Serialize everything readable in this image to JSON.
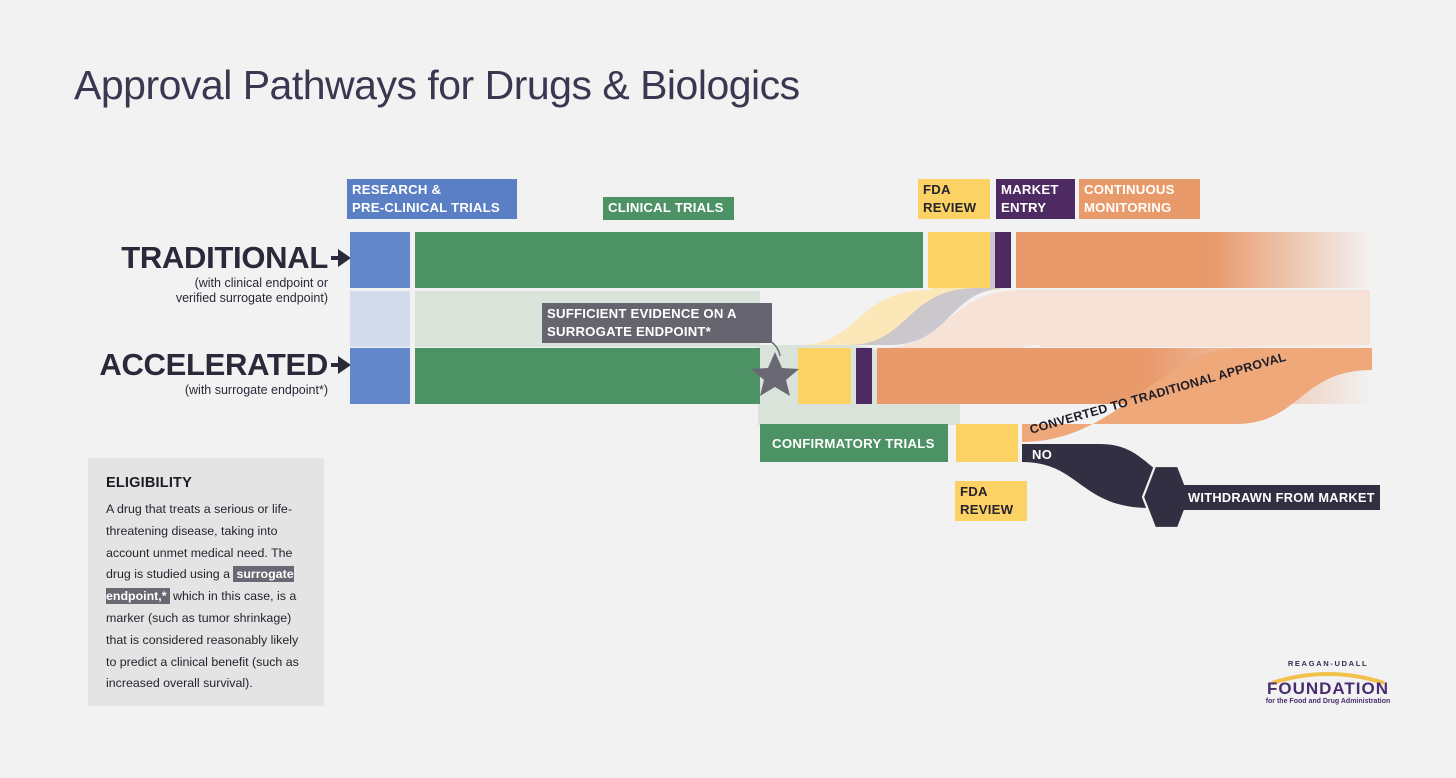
{
  "page": {
    "title": "Approval Pathways for Drugs & Biologics",
    "background": "#f2f2f2"
  },
  "colors": {
    "blue": "#6287ca",
    "green": "#4d9265",
    "yellow": "#fbd263",
    "purple": "#4e2a63",
    "orange": "#e99a6b",
    "dark": "#332f42",
    "gray_callout": "#66646e",
    "panel": "#e4e4e4"
  },
  "stage_chips": [
    {
      "id": "research",
      "label": "RESEARCH &\nPRE-CLINICAL TRIALS",
      "color": "blue"
    },
    {
      "id": "clinical",
      "label": "CLINICAL TRIALS",
      "color": "green"
    },
    {
      "id": "fda-review",
      "label": "FDA\nREVIEW",
      "color": "yellow"
    },
    {
      "id": "market",
      "label": "MARKET\nENTRY",
      "color": "purple"
    },
    {
      "id": "monitoring",
      "label": "CONTINUOUS\nMONITORING",
      "color": "orange"
    }
  ],
  "pathways": [
    {
      "id": "traditional",
      "name": "TRADITIONAL",
      "arrow": "→",
      "qualifier": "(with clinical endpoint or\nverified surrogate endpoint)"
    },
    {
      "id": "accelerated",
      "name": "ACCELERATED",
      "arrow": "→",
      "qualifier": "(with surrogate endpoint*)"
    }
  ],
  "callouts": {
    "surrogate_evidence": "SUFFICIENT EVIDENCE ON A\nSURROGATE ENDPOINT*",
    "star_marker": "star-marker"
  },
  "accelerated_branch": {
    "confirmatory_trials": "CONFIRMATORY TRIALS",
    "fda_review": "FDA\nREVIEW",
    "converted": "CONVERTED TO TRADITIONAL APPROVAL",
    "no": "NO",
    "withdrawn": "WITHDRAWN FROM MARKET"
  },
  "eligibility": {
    "heading": "ELIGIBILITY",
    "text_part1": "A drug that treats a serious or life-threatening disease, taking into account unmet medical need. The drug is studied using a ",
    "highlight": "surrogate endpoint,*",
    "text_part2": " which in this case, is a marker (such as tumor shrinkage) that is considered reasonably likely to predict a clinical benefit (such as increased overall survival)."
  },
  "logo": {
    "line1": "REAGAN-UDALL",
    "line2": "FOUNDATION",
    "line3": "for the Food and Drug Administration"
  }
}
